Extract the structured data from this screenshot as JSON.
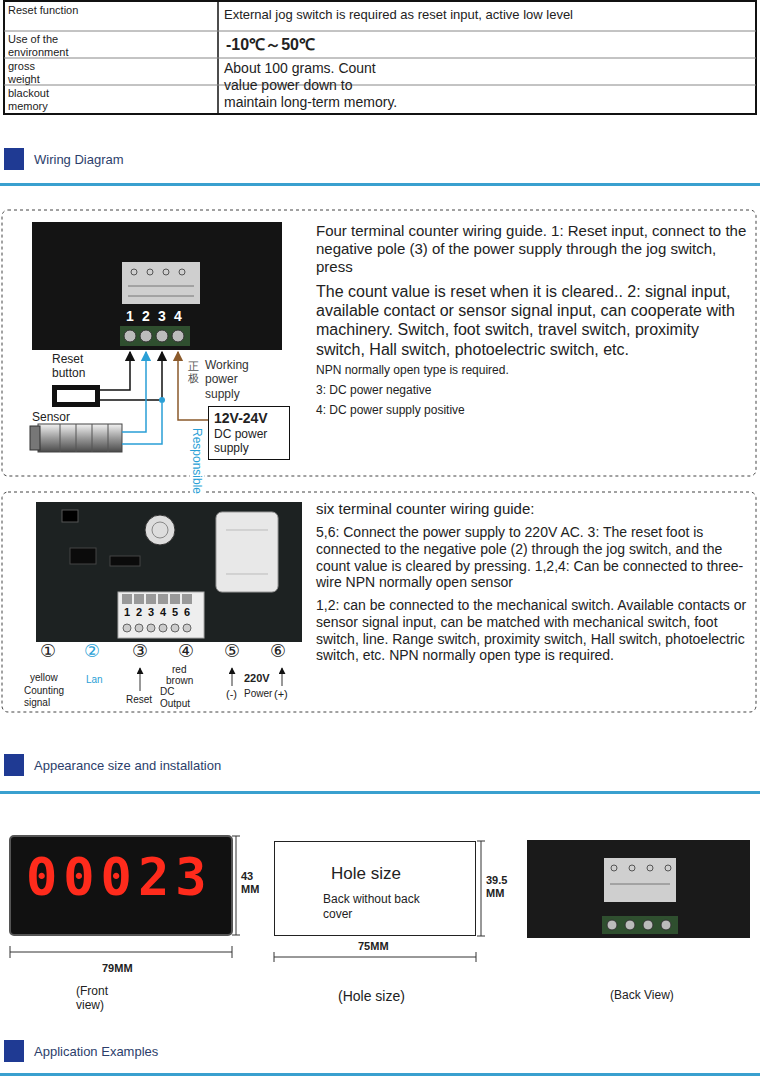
{
  "diagram": {
    "nodes": [
      {
        "text": [
          "Reset button"
        ]
      },
      {
        "text": [
          "12V-24V",
          "DC power supply"
        ]
      },
      {
        "text": [
          "Hole size",
          "Back without back cover"
        ]
      }
    ],
    "labels": [
      "Reset function",
      "External jog switch is required as reset input, active low level",
      "Use of the environment",
      "-10℃～50℃",
      "gross weight",
      "About 100 grams. Count value power down to maintain long-term memory.",
      "blackout memory",
      "Wiring Diagram",
      "1",
      "2",
      "3",
      "4",
      "Sensor",
      "Working power supply",
      "正极",
      "Responsible",
      "Four terminal counter wiring guide. 1: Reset input, connect to the negative pole (3) of the power supply through the jog switch, press",
      "The count value is reset when it is cleared.. 2: signal input, available contact or sensor signal input, can cooperate with machinery. Switch, foot switch, travel switch, proximity switch, Hall switch, photoelectric switch, etc.",
      "NPN normally open type is required.",
      "3: DC power negative",
      "4: DC power supply positive",
      "six terminal counter wiring guide:",
      "5,6: Connect the power supply to 220V AC. 3: The reset foot is connected to the negative pole (2) through the jog switch, and the count value is cleared by pressing. 1,2,4: Can be connected to three-wire NPN normally open sensor",
      "1,2: can be connected to the mechanical switch. Available contacts or sensor signal input, can be matched with mechanical switch, foot switch, line. Range switch, proximity switch, Hall switch, photoelectric switch, etc. NPN normally open type is required.",
      "1",
      "2",
      "3",
      "4",
      "5",
      "6",
      "①",
      "②",
      "③",
      "④",
      "⑤",
      "⑥",
      "yellow",
      "Counting signal",
      "Lan",
      "Reset",
      "red",
      "brown",
      "DC Output",
      "220V",
      "(-)",
      "Power",
      "(+)",
      "Appearance size and installation",
      "00023",
      "43 MM",
      "79MM",
      "(Front view)",
      "39.5 MM",
      "75MM",
      "(Hole size)",
      "(Back View)",
      "Application Examples"
    ]
  }
}
